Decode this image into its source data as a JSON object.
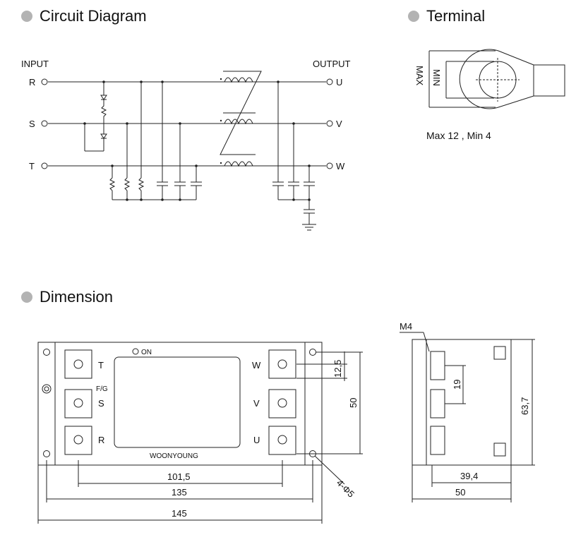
{
  "headings": {
    "circuit": "Circuit Diagram",
    "terminal": "Terminal",
    "dimension": "Dimension"
  },
  "circuit": {
    "input": "INPUT",
    "output": "OUTPUT",
    "in_r": "R",
    "in_s": "S",
    "in_t": "T",
    "out_u": "U",
    "out_v": "V",
    "out_w": "W"
  },
  "terminal": {
    "max": "MAX",
    "min": "MIN",
    "note": "Max 12 , Min 4"
  },
  "dimension": {
    "on": "ON",
    "t": "T",
    "s": "S",
    "r": "R",
    "fg": "F/G",
    "w": "W",
    "v": "V",
    "u": "U",
    "brand": "WOONYOUNG",
    "d_12_5": "12,5",
    "d_50": "50",
    "d_101_5": "101,5",
    "d_135": "135",
    "d_145": "145",
    "holes": "4-Φ5",
    "m4": "M4",
    "d_19": "19",
    "d_63_7": "63,7",
    "d_39_4": "39,4",
    "d_side_50": "50"
  },
  "colors": {
    "bullet": "#b3b3b3",
    "line": "#222222"
  }
}
